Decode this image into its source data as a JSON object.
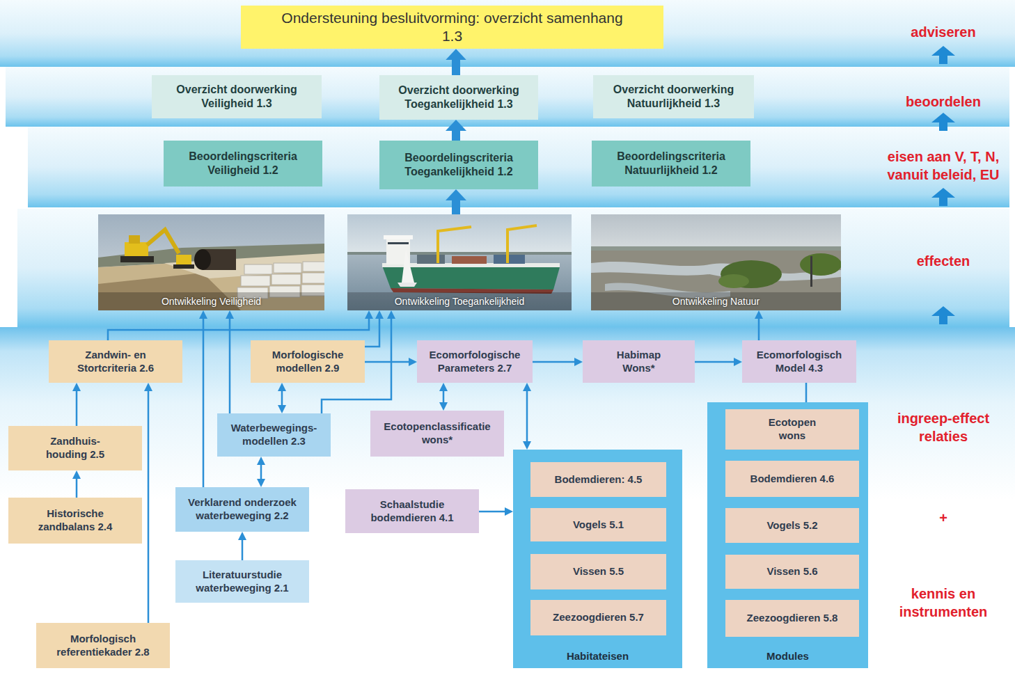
{
  "diagram": {
    "nodes": [
      {
        "text": [
          "adviseren"
        ]
      },
      {
        "text": [
          "Ondersteuning besluitvorming: overzicht samenhang 1.3"
        ],
        "in": 0
      },
      {
        "text": [
          "beoordelen"
        ]
      },
      {
        "text": [
          "Overzicht doorwerking Veiligheid 1.3"
        ],
        "in": 2
      },
      {
        "text": [
          "Overzicht doorwerking Toegankelijkheid 1.3"
        ],
        "in": 2
      },
      {
        "text": [
          "Overzicht doorwerking Natuurlijkheid 1.3"
        ],
        "in": 2
      },
      {
        "text": [
          "eisen aan V, T, N, vanuit beleid, EU"
        ]
      },
      {
        "text": [
          "Beoordelingscriteria Veiligheid 1.2"
        ],
        "in": 6
      },
      {
        "text": [
          "Beoordelingscriteria Toegankelijkheid 1.2"
        ],
        "in": 6
      },
      {
        "text": [
          "Beoordelingscriteria Natuurlijkheid 1.2"
        ],
        "in": 6
      },
      {
        "text": [
          "effecten"
        ]
      },
      {
        "text": [
          "Ontwikkeling Veiligheid"
        ],
        "in": 10
      },
      {
        "text": [
          "Ontwikkeling Toegankelijkheid"
        ],
        "in": 10
      },
      {
        "text": [
          "Ontwikkeling Natuur"
        ],
        "in": 10
      },
      {
        "text": [
          "ingreep-effect relaties",
          "+",
          "kennis en instrumenten"
        ]
      },
      {
        "text": [
          "Zandwin- en Stortcriteria 2.6"
        ],
        "in": 14
      },
      {
        "text": [
          "Morfologische modellen 2.9"
        ],
        "in": 14
      },
      {
        "text": [
          "Ecomorfologische Parameters 2.7"
        ],
        "in": 14
      },
      {
        "text": [
          "Habimap Wons*"
        ],
        "in": 14
      },
      {
        "text": [
          "Ecomorfologisch Model 4.3"
        ],
        "in": 14
      },
      {
        "text": [
          "Waterbewegings- modellen 2.3"
        ],
        "in": 14
      },
      {
        "text": [
          "Ecotopenclassificatie wons*"
        ],
        "in": 14
      },
      {
        "text": [
          "Modules"
        ],
        "in": 14
      },
      {
        "text": [
          "Ecotopen wons"
        ],
        "in": 22
      },
      {
        "text": [
          "Zandhuis- houding 2.5"
        ],
        "in": 14
      },
      {
        "text": [
          "Habitateisen"
        ],
        "in": 14
      },
      {
        "text": [
          "Bodemdieren: 4.5"
        ],
        "in": 25
      },
      {
        "text": [
          "Bodemdieren 4.6"
        ],
        "in": 22
      },
      {
        "text": [
          "Verklarend onderzoek waterbeweging 2.2"
        ],
        "in": 14
      },
      {
        "text": [
          "Schaalstudie bodemdieren 4.1"
        ],
        "in": 14
      },
      {
        "text": [
          "Vogels 5.1"
        ],
        "in": 25
      },
      {
        "text": [
          "Vogels 5.2"
        ],
        "in": 22
      },
      {
        "text": [
          "Historische zandbalans 2.4"
        ],
        "in": 14
      },
      {
        "text": [
          "Vissen 5.5"
        ],
        "in": 25
      },
      {
        "text": [
          "Vissen 5.6"
        ],
        "in": 22
      },
      {
        "text": [
          "Literatuurstudie waterbeweging 2.1"
        ],
        "in": 14
      },
      {
        "text": [
          "Zeezoogdieren 5.7"
        ],
        "in": 25
      },
      {
        "text": [
          "Zeezoogdieren 5.8"
        ],
        "in": 22
      },
      {
        "text": [
          "Morfologisch referentiekader 2.8"
        ],
        "in": 14
      }
    ],
    "edges": [
      {
        "from": 4,
        "to": 1,
        "arrow": "to"
      },
      {
        "from": 8,
        "to": 4,
        "arrow": "to"
      },
      {
        "from": 12,
        "to": 8,
        "arrow": "to"
      },
      {
        "from": 24,
        "to": 15,
        "arrow": "to"
      },
      {
        "from": 32,
        "to": 24,
        "arrow": "to"
      },
      {
        "from": 38,
        "to": 15,
        "arrow": "to"
      },
      {
        "from": 15,
        "to": 12,
        "arrow": "to"
      },
      {
        "from": 28,
        "to": 11,
        "arrow": "to"
      },
      {
        "from": 20,
        "to": 11,
        "arrow": "to"
      },
      {
        "from": 16,
        "to": 12,
        "arrow": "to"
      },
      {
        "from": 20,
        "to": 12,
        "arrow": "to"
      },
      {
        "from": 16,
        "to": 20,
        "arrow": "both"
      },
      {
        "from": 20,
        "to": 28,
        "arrow": "both"
      },
      {
        "from": 35,
        "to": 28,
        "arrow": "to"
      },
      {
        "from": 16,
        "to": 17,
        "arrow": "to"
      },
      {
        "from": 17,
        "to": 18,
        "arrow": "to"
      },
      {
        "from": 18,
        "to": 19,
        "arrow": "to"
      },
      {
        "from": 17,
        "to": 21,
        "arrow": "both"
      },
      {
        "from": 17,
        "to": 25,
        "arrow": "both"
      },
      {
        "from": 29,
        "to": 25,
        "arrow": "to"
      },
      {
        "from": 19,
        "to": 13,
        "arrow": "to"
      },
      {
        "from": 19,
        "to": 22,
        "arrow": "none"
      }
    ]
  }
}
